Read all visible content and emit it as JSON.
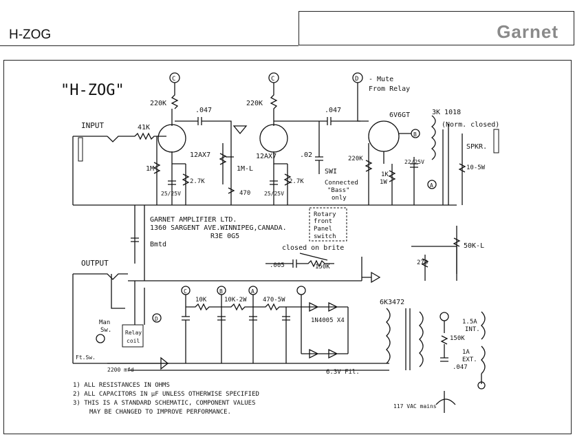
{
  "header": {
    "title": "H-ZOG",
    "brand": "Garnet"
  },
  "schematic": {
    "title": "\"H-ZOG\"",
    "input_label": "INPUT",
    "output_label": "OUTPUT",
    "company": {
      "line1": "GARNET AMPLIFIER LTD.",
      "line2": "1360 SARGENT AVE.WINNIPEG,CANADA.",
      "line3": "R3E 0G5"
    },
    "tubes": {
      "v1": "12AX7",
      "v2": "12AX7",
      "power": "6V6GT",
      "rectifier": "6K3472"
    },
    "components": {
      "r_220k_a": "220K",
      "c_047_a": ".047",
      "r_41k": "41K",
      "r_1m": "1M",
      "cap_v1": "25/25V",
      "r_27k_a": "2.7K",
      "r_220k_b": "220K",
      "pot_1m": "1M-L",
      "r_470": "470",
      "cap_v2": "25/25V",
      "r_27k_b": "2.7K",
      "c_02": ".02",
      "c_047_b": ".047",
      "r_220k_c": "220K",
      "r_1k": "1K\n1W",
      "cap_pw": "22/25V",
      "transformer": "3K 1018",
      "norm_closed": "(Norm. closed)",
      "spkr": "SPKR.",
      "r_10_5w": "10-5W",
      "c_005": ".005",
      "r_150k_a": "150K",
      "r_270": "270",
      "pot_50k": "50K-L",
      "r_10k": "10K",
      "r_10k_2w": "10K-2W",
      "r_470_5w": "470-5W",
      "diodes": "1N4005 X4",
      "r_150k_b": "150K",
      "c_047_c": ".047",
      "fuse_int": "1.5A\nINT.",
      "fuse_ext": "1A\nEXT.",
      "cap_2200": "2200 mfd",
      "filament": "6.3V Fil.",
      "mains": "117 VAC mains",
      "bmtd": "Bmtd"
    },
    "switches": {
      "sw1": "SWI",
      "sw1_note": "Connected\n\"Bass\"\nonly",
      "rotary": "Rotary\nfront\nPanel\nSwitch",
      "closed_on_brite": "closed  on brite",
      "man_sw": "Man\nSw.",
      "relay": "Relay\ncoil",
      "ft_sw": "Ft.Sw.",
      "mute": "Mute\nFrom Relay"
    },
    "nodes": [
      "C",
      "C",
      "D",
      "B",
      "A",
      "C",
      "B",
      "A",
      "D"
    ],
    "notes": [
      "1)  ALL RESISTANCES IN OHMS",
      "2)  ALL CAPACITORS IN μF UNLESS OTHERWISE SPECIFIED",
      "3)  THIS IS A STANDARD SCHEMATIC, COMPONENT VALUES",
      "MAY BE CHANGED TO IMPROVE PERFORMANCE."
    ]
  }
}
